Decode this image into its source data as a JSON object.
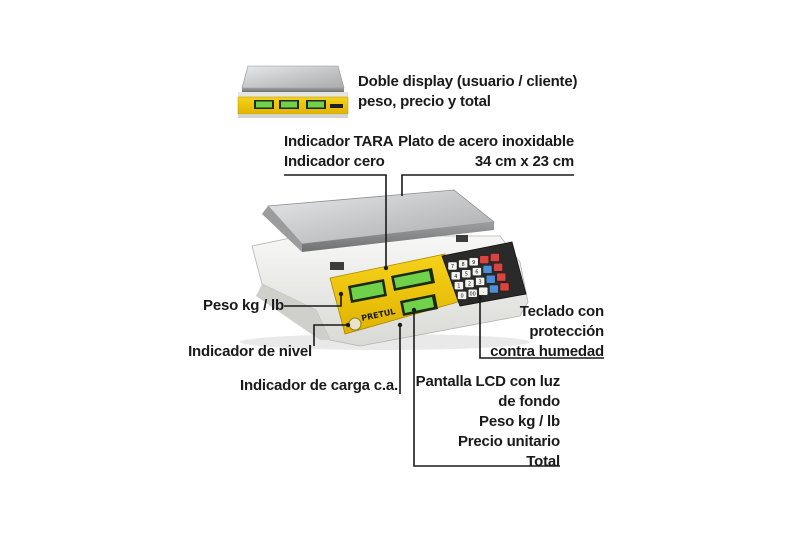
{
  "annotations": {
    "dual_display": {
      "line1": "Doble display (usuario / cliente)",
      "line2": "peso, precio y total"
    },
    "tara_zero": {
      "line1": "Indicador TARA",
      "line2": "Indicador cero"
    },
    "plate": {
      "line1": "Plato de acero inoxidable",
      "line2": "34 cm x 23 cm"
    },
    "weight_unit": {
      "line1": "Peso kg / lb"
    },
    "level_indicator": {
      "line1": "Indicador de nivel"
    },
    "charge_indicator": {
      "line1": "Indicador de carga c.a."
    },
    "keypad": {
      "line1": "Teclado con",
      "line2": "protección",
      "line3": "contra humedad"
    },
    "lcd_screen": {
      "line1": "Pantalla LCD con luz",
      "line2": "de fondo",
      "line3": "Peso kg / lb",
      "line4": "Precio unitario",
      "line5": "Total"
    }
  },
  "product": {
    "brand": "PRETUL",
    "keypad_digits": [
      "7",
      "8",
      "9",
      "4",
      "5",
      "6",
      "1",
      "2",
      "3",
      "0",
      "00",
      "."
    ],
    "colors": {
      "panel_yellow": "#f2c400",
      "lcd_green": "#6fd24a",
      "lcd_dark": "#1b3a12",
      "steel": "#c9cbcc",
      "body_white": "#f1f1ef",
      "key_blue": "#4b8fd6",
      "key_red": "#d8443f",
      "key_dark": "#2b2b2b"
    }
  }
}
